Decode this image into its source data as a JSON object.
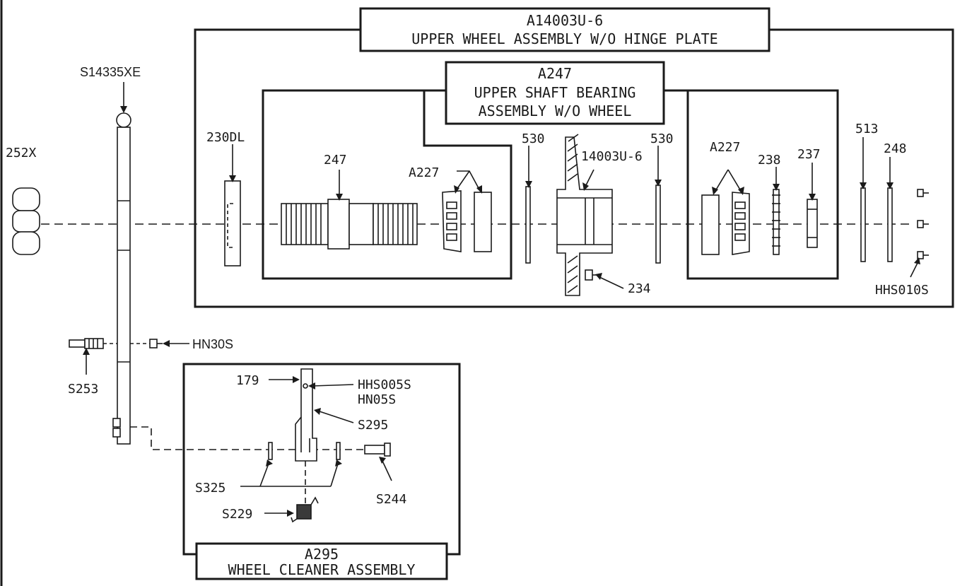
{
  "assemblies": {
    "upper_wheel": {
      "code": "A14003U-6",
      "name": "UPPER WHEEL ASSEMBLY W/O HINGE PLATE"
    },
    "upper_shaft": {
      "code": "A247",
      "name_line1": "UPPER SHAFT BEARING",
      "name_line2": "ASSEMBLY W/O WHEEL"
    },
    "wheel_cleaner": {
      "code": "A295",
      "name": "WHEEL CLEANER ASSEMBLY"
    }
  },
  "parts": {
    "nut": "252X",
    "hinge_rod": "S14335XE",
    "part_230dl": "230DL",
    "shaft_247": "247",
    "bearing_a227_left": "A227",
    "washer_530_left": "530",
    "wheel": "14003U-6",
    "washer_530_right": "530",
    "bearing_a227_right": "A227",
    "part_238": "238",
    "part_237": "237",
    "part_513": "513",
    "part_248": "248",
    "screw_hhs010s": "HHS010S",
    "screw_234": "234",
    "nut_hn30s": "HN30S",
    "part_s253": "S253",
    "part_179": "179",
    "screw_hhs005s": "HHS005S",
    "nut_hn05s": "HN05S",
    "arm_s295": "S295",
    "ring_s325": "S325",
    "spring_s229": "S229",
    "pin_s244": "S244"
  }
}
